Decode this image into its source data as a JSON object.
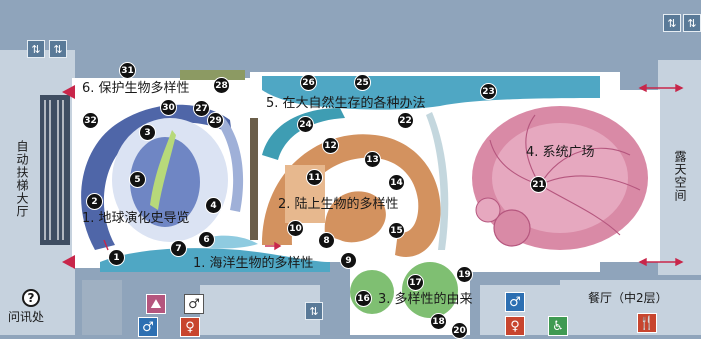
{
  "halls": {
    "h1": "1. 地球演化史导览",
    "h2": "2. 陆上生物的多样性",
    "h3": "3. 多样性的由来",
    "h4": "4. 系统广场",
    "h5": "5. 在大自然生存的各种办法",
    "h6": "6. 保护生物多样性",
    "h7": "1. 海洋生物的多样性"
  },
  "areas": {
    "escalator_hall": "自动扶梯大厅",
    "terrace": "露天空间",
    "info": "问讯处",
    "restaurant": "餐厅（中2层）"
  },
  "markers": [
    "1",
    "2",
    "3",
    "4",
    "5",
    "6",
    "7",
    "8",
    "9",
    "10",
    "11",
    "12",
    "13",
    "14",
    "15",
    "16",
    "17",
    "18",
    "19",
    "20",
    "21",
    "22",
    "23",
    "24",
    "25",
    "26",
    "27",
    "28",
    "29",
    "30",
    "31",
    "32"
  ],
  "icons": {
    "elevator": "elevator-icon",
    "restroom_male": "restroom-male-icon",
    "restroom_female": "restroom-female-icon",
    "baby_room": "baby-room-icon",
    "accessible_restroom": "accessible-restroom-icon",
    "restaurant": "restaurant-icon",
    "info": "info-icon"
  },
  "icon_glyphs": {
    "info": "?",
    "restaurant": "🍴"
  },
  "colors": {
    "background": "#8fa4bb",
    "floor": "#ffffff",
    "system_plaza": "#d98aa6",
    "land_diversity": "#d3925f",
    "marine_blue": "#4fa7c4",
    "evolution_blue": "#5f78b8",
    "diversity_origin": "#7fbf72",
    "entry_arrow": "#c8264a"
  }
}
